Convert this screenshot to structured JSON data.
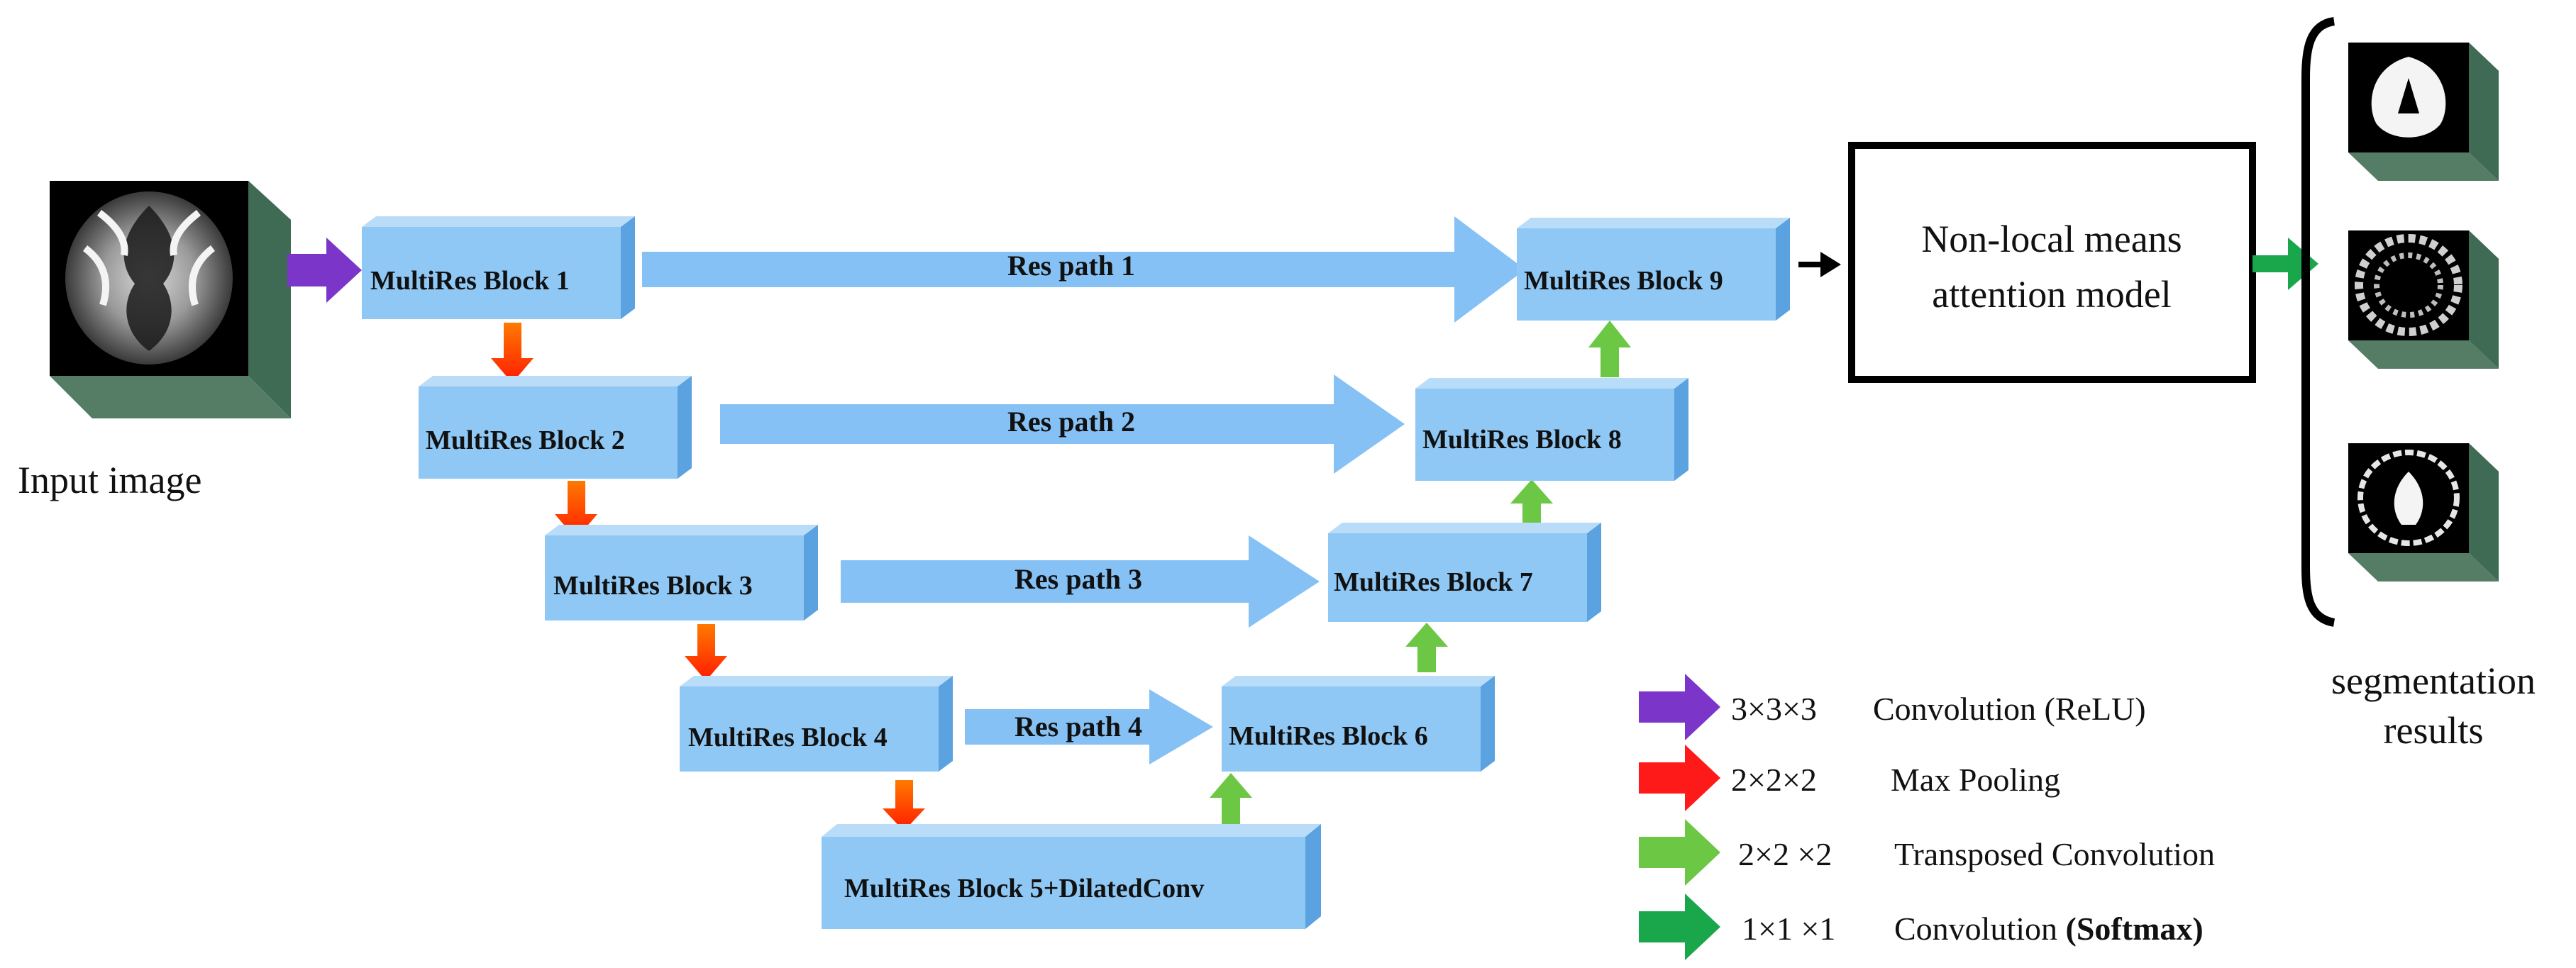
{
  "input": {
    "label": "Input  image"
  },
  "blocks": [
    "MultiRes Block 1",
    "MultiRes Block 2",
    "MultiRes Block 3",
    "MultiRes Block 4",
    "MultiRes Block 5+DilatedConv",
    "MultiRes Block 6",
    "MultiRes Block 7",
    "MultiRes Block 8",
    "MultiRes Block 9"
  ],
  "res_paths": [
    "Res path  1",
    "Res path  2",
    "Res path  3",
    "Res path  4"
  ],
  "attention": {
    "line1": "Non-local means",
    "line2": "attention model"
  },
  "output": {
    "line1": "segmentation",
    "line2": "results"
  },
  "legend": [
    {
      "color": "#7b35c9",
      "kernel": "3×3×3",
      "op": "Convolution (ReLU)",
      "op_bold": ""
    },
    {
      "color": "#ff1a1a",
      "kernel": "2×2×2",
      "op": "Max Pooling",
      "op_bold": ""
    },
    {
      "color": "#6cc744",
      "kernel": "2×2 ×2",
      "op": "Transposed Convolution",
      "op_bold": ""
    },
    {
      "color": "#1aa64a",
      "kernel": "1×1 ×1",
      "op": "Convolution ",
      "op_bold": "(Softmax)"
    }
  ],
  "colors": {
    "block_front": "#8fc8f5",
    "block_top": "#b9dcf8",
    "block_side": "#5aa2e0",
    "res_path": "#86c1f5",
    "input_arrow": "#7b35c9",
    "pool_arrow": "#ff3a00",
    "up_arrow": "#6cc744",
    "out_arrow": "#1aa64a"
  }
}
